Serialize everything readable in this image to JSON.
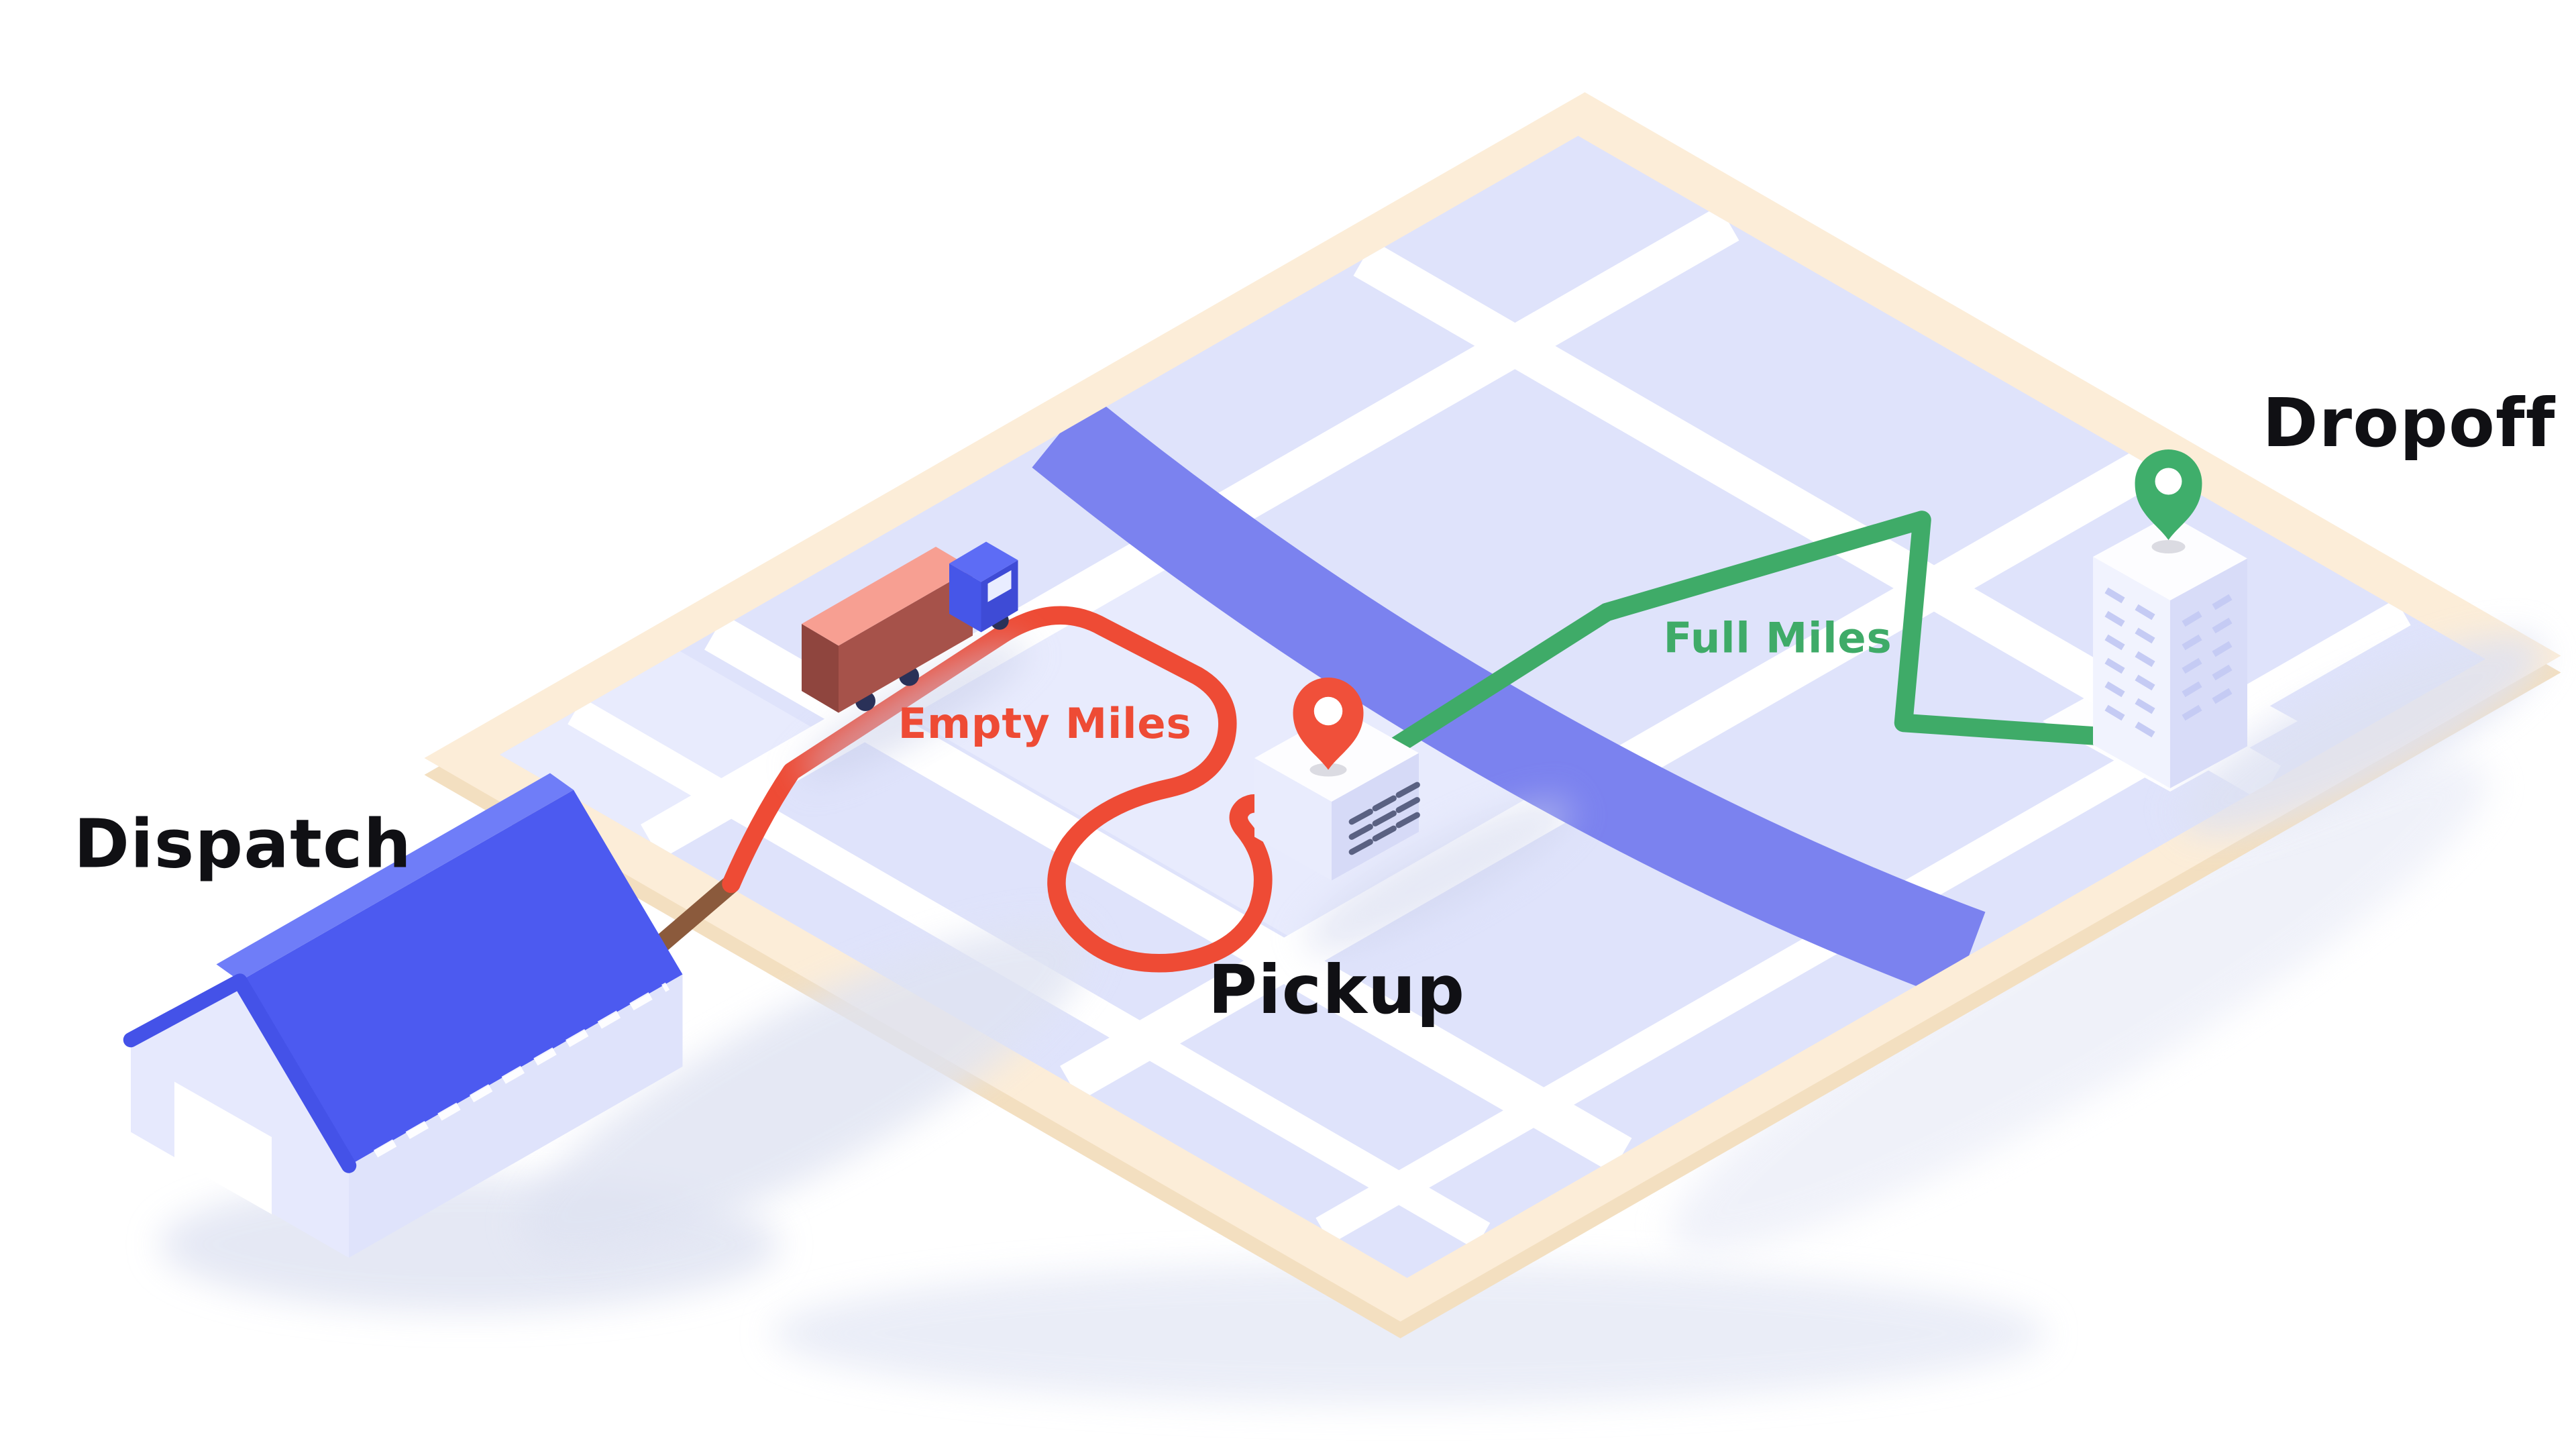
{
  "title": "Dispatch to Dropoff logistics route illustration",
  "labels": {
    "dispatch": "Dispatch",
    "pickup": "Pickup",
    "dropoff": "Dropoff",
    "empty_miles": "Empty Miles",
    "full_miles": "Full Miles"
  },
  "colors": {
    "background": "#FFFFFF",
    "label_dark": "#101014",
    "route_red": "#EE4B35",
    "route_green": "#3FAB68",
    "route_offmap_brown": "#8B5A3C",
    "pin_red": "#F0503A",
    "pin_green": "#3FAE6B",
    "building_blue": "#4C5AF0",
    "river_blue": "#7B82EF",
    "map_fill": "#DFE3FB",
    "map_border": "#FCEDD8",
    "road_white": "#FFFFFF",
    "truck_trailer_red": "#A6524A",
    "truck_trailer_top": "#F79F92",
    "truck_cab_blue": "#4656E8"
  },
  "diagram": {
    "type": "isometric-logistics-map",
    "nodes": [
      {
        "id": "dispatch",
        "label": "Dispatch",
        "kind": "warehouse"
      },
      {
        "id": "pickup",
        "label": "Pickup",
        "kind": "building",
        "pin_color": "#F0503A"
      },
      {
        "id": "dropoff",
        "label": "Dropoff",
        "kind": "building",
        "pin_color": "#3FAE6B"
      }
    ],
    "routes": [
      {
        "id": "empty-miles",
        "label": "Empty Miles",
        "from": "dispatch",
        "to": "pickup",
        "color": "#EE4B35",
        "vehicle": "truck"
      },
      {
        "id": "full-miles",
        "label": "Full Miles",
        "from": "pickup",
        "to": "dropoff",
        "color": "#3FAB68"
      }
    ]
  }
}
